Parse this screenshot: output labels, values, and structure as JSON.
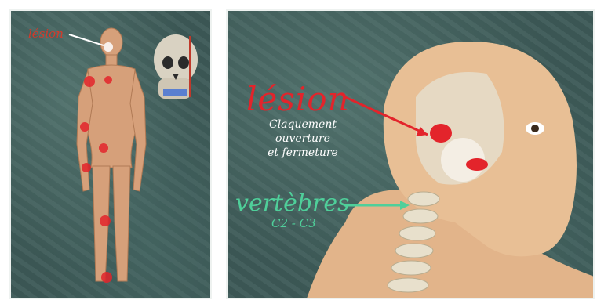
{
  "left_panel": {
    "lesion_label": "lésion"
  },
  "right_panel": {
    "lesion_title": "lésion",
    "description_lines": [
      "Claquement",
      "ouverture",
      "et fermeture"
    ],
    "vertebrae_title": "vertèbres",
    "vertebrae_code": "C2 - C3"
  },
  "colors": {
    "lesion_red": "#e3242b",
    "vertebrae_green": "#4fcf9a",
    "background_teal": "#3d5a57"
  }
}
